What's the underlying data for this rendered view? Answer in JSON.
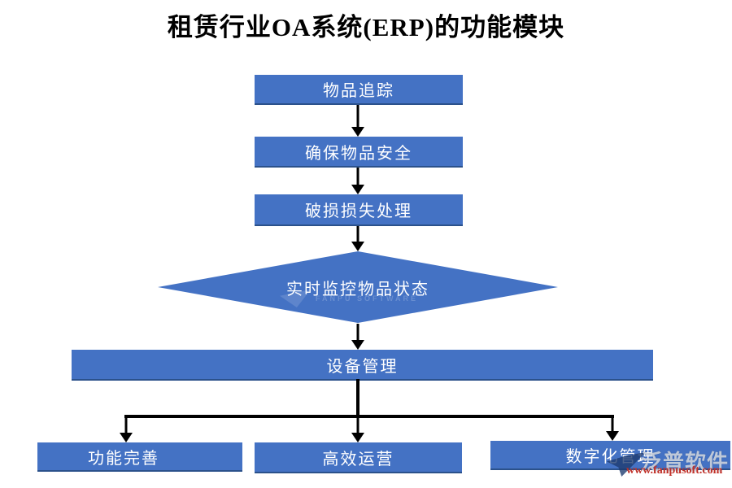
{
  "title": "租赁行业OA系统(ERP)的功能模块",
  "flowchart": {
    "top_chain": [
      "物品追踪",
      "确保物品安全",
      "破损损失处理"
    ],
    "decision": "实时监控物品状态",
    "wide_box": "设备管理",
    "bottom_row": [
      "功能完善",
      "高效运营",
      "数字化管理"
    ]
  },
  "watermark": {
    "brand": "泛普软件",
    "url": "www.fanpusoft.com",
    "faint_text": "FANPU SOFTWARE"
  },
  "colors": {
    "node_fill": "#4472C4",
    "node_text": "#FFFFFF",
    "arrow": "#000000",
    "watermark_url": "#C03028"
  }
}
